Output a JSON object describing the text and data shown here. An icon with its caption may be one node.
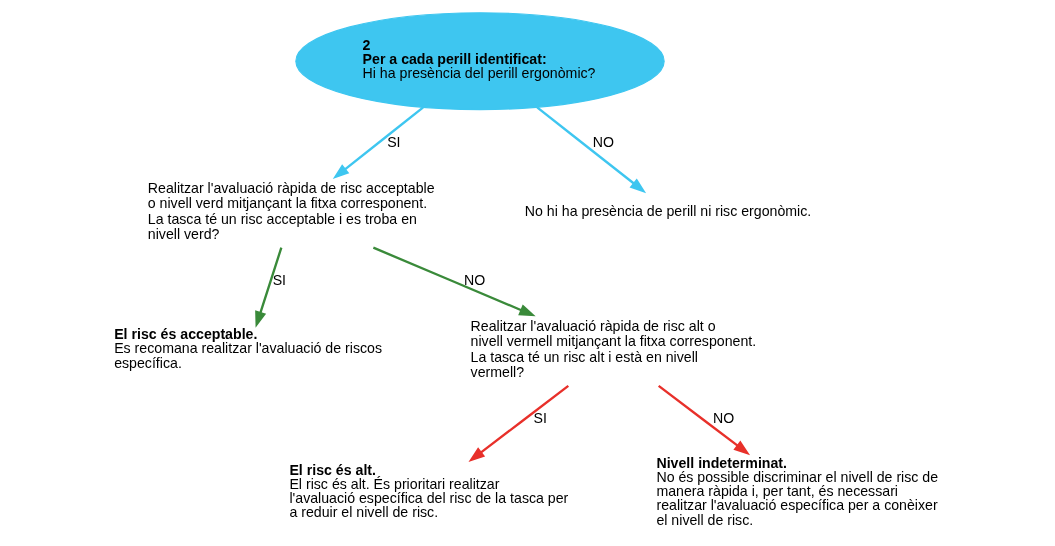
{
  "diagram": {
    "nodes": [
      {
        "text": [
          "2",
          "Per a cada perill identificat:",
          "Hi ha presència del perill ergonòmic?"
        ]
      },
      {
        "text": [
          "Realitzar l'avaluació ràpida de risc acceptable o nivell verd mitjançant la fitxa corresponent.",
          "La tasca té un risc acceptable i es troba en nivell verd?"
        ]
      },
      {
        "text": [
          "No hi ha presència de perill ni risc ergonòmic."
        ]
      },
      {
        "text": [
          "El risc és acceptable.",
          "Es recomana realitzar l'avaluació de riscos específica."
        ]
      },
      {
        "text": [
          "Realitzar l'avaluació ràpida de risc alt o nivell vermell mitjançant la fitxa corresponent.",
          "La tasca té un risc alt i està en nivell vermell?"
        ]
      },
      {
        "text": [
          "El risc és alt.",
          "El risc és alt. És prioritari realitzar l'avaluació específica del risc de la tasca per a reduir el nivell de risc."
        ]
      },
      {
        "text": [
          "Nivell indeterminat.",
          "No és possible discriminar el nivell de risc de manera ràpida i, per tant, és necessari realitzar l'avaluació específica per a conèixer el nivell de risc."
        ]
      }
    ],
    "edges": [
      {
        "from": 0,
        "to": 1,
        "arrow": "to",
        "label": "SI",
        "color": "#3ec6f0"
      },
      {
        "from": 0,
        "to": 2,
        "arrow": "to",
        "label": "NO",
        "color": "#3ec6f0"
      },
      {
        "from": 1,
        "to": 3,
        "arrow": "to",
        "label": "SI",
        "color": "#3a8a3a"
      },
      {
        "from": 1,
        "to": 4,
        "arrow": "to",
        "label": "NO",
        "color": "#3a8a3a"
      },
      {
        "from": 4,
        "to": 5,
        "arrow": "to",
        "label": "SI",
        "color": "#e8302a"
      },
      {
        "from": 4,
        "to": 6,
        "arrow": "to",
        "label": "NO",
        "color": "#e8302a"
      }
    ]
  }
}
